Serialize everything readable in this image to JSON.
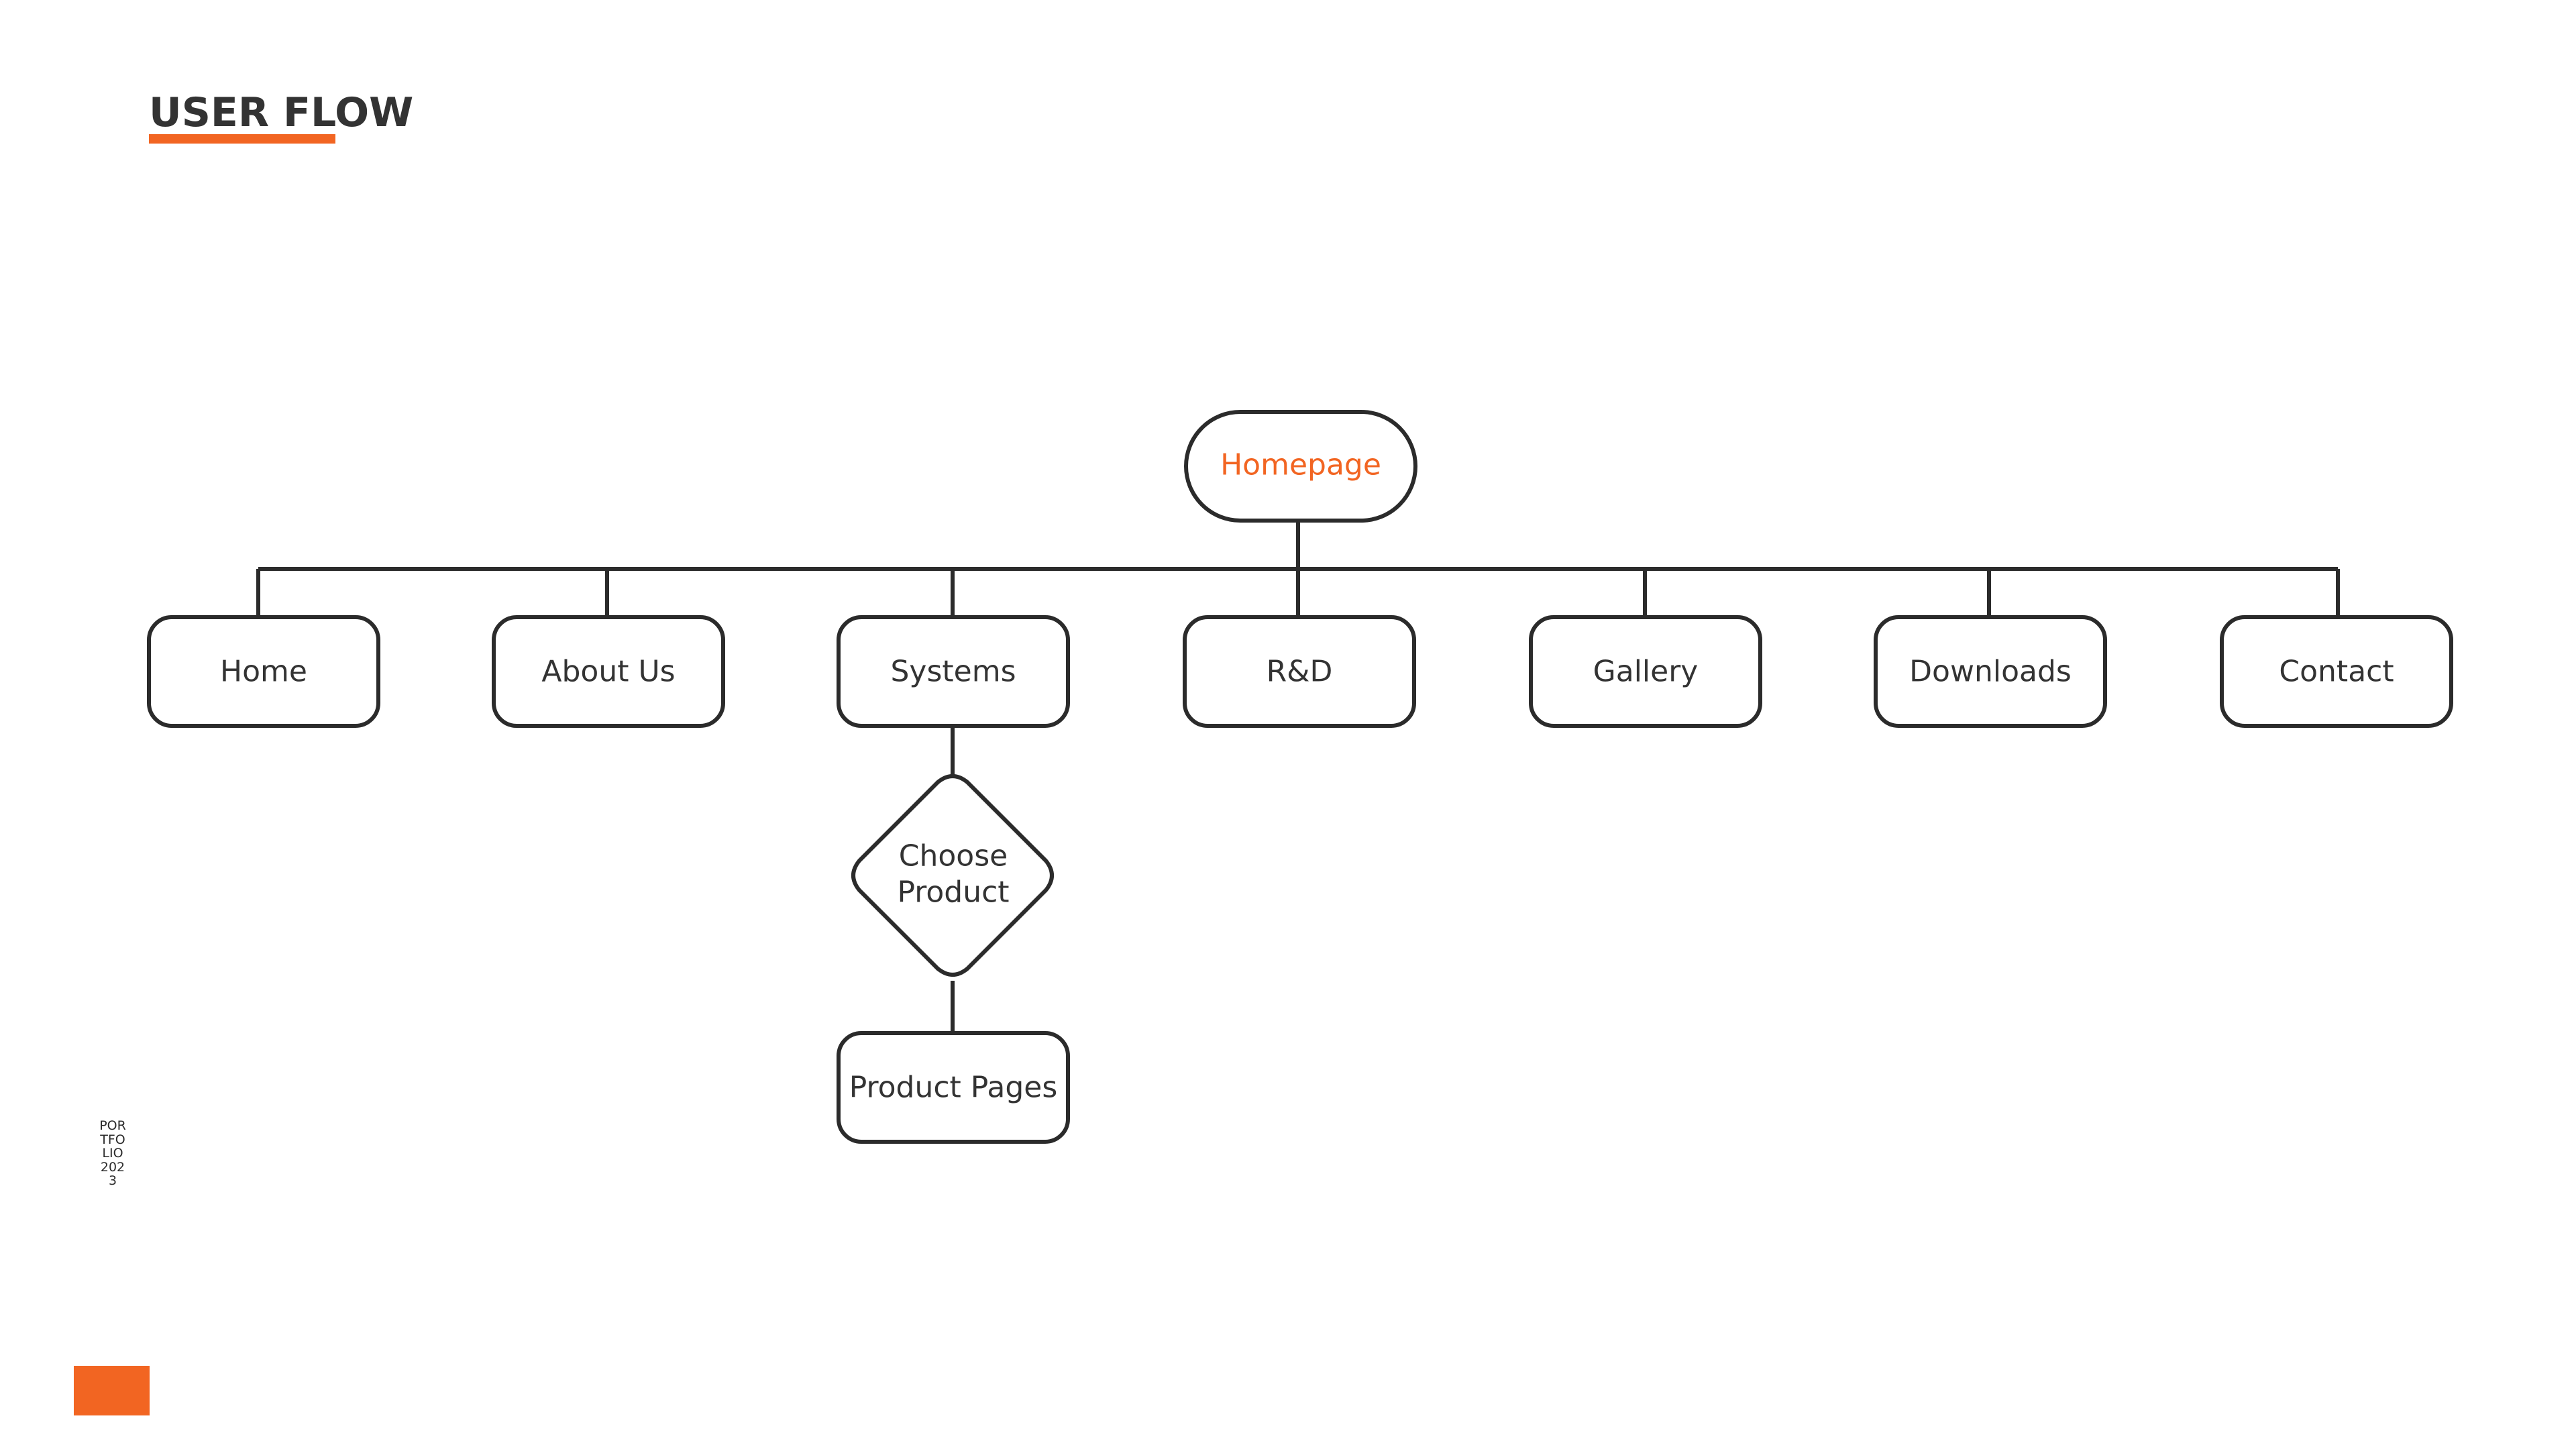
{
  "header": {
    "title": "USER FLOW"
  },
  "colors": {
    "accent": "#f26522",
    "stroke": "#2b2b2b",
    "text": "#333333",
    "background": "#ffffff"
  },
  "flow": {
    "root": {
      "label": "Homepage",
      "shape": "pill"
    },
    "children": [
      {
        "label": "Home",
        "shape": "rounded-rect"
      },
      {
        "label": "About Us",
        "shape": "rounded-rect"
      },
      {
        "label": "Systems",
        "shape": "rounded-rect"
      },
      {
        "label": "R&D",
        "shape": "rounded-rect"
      },
      {
        "label": "Gallery",
        "shape": "rounded-rect"
      },
      {
        "label": "Downloads",
        "shape": "rounded-rect"
      },
      {
        "label": "Contact",
        "shape": "rounded-rect"
      }
    ],
    "decision": {
      "parent": "Systems",
      "label_line1": "Choose",
      "label_line2": "Product",
      "shape": "diamond"
    },
    "leaf": {
      "label": "Product Pages",
      "shape": "rounded-rect"
    }
  },
  "footer": {
    "side_caption": "PORTFOLIO 2023"
  }
}
